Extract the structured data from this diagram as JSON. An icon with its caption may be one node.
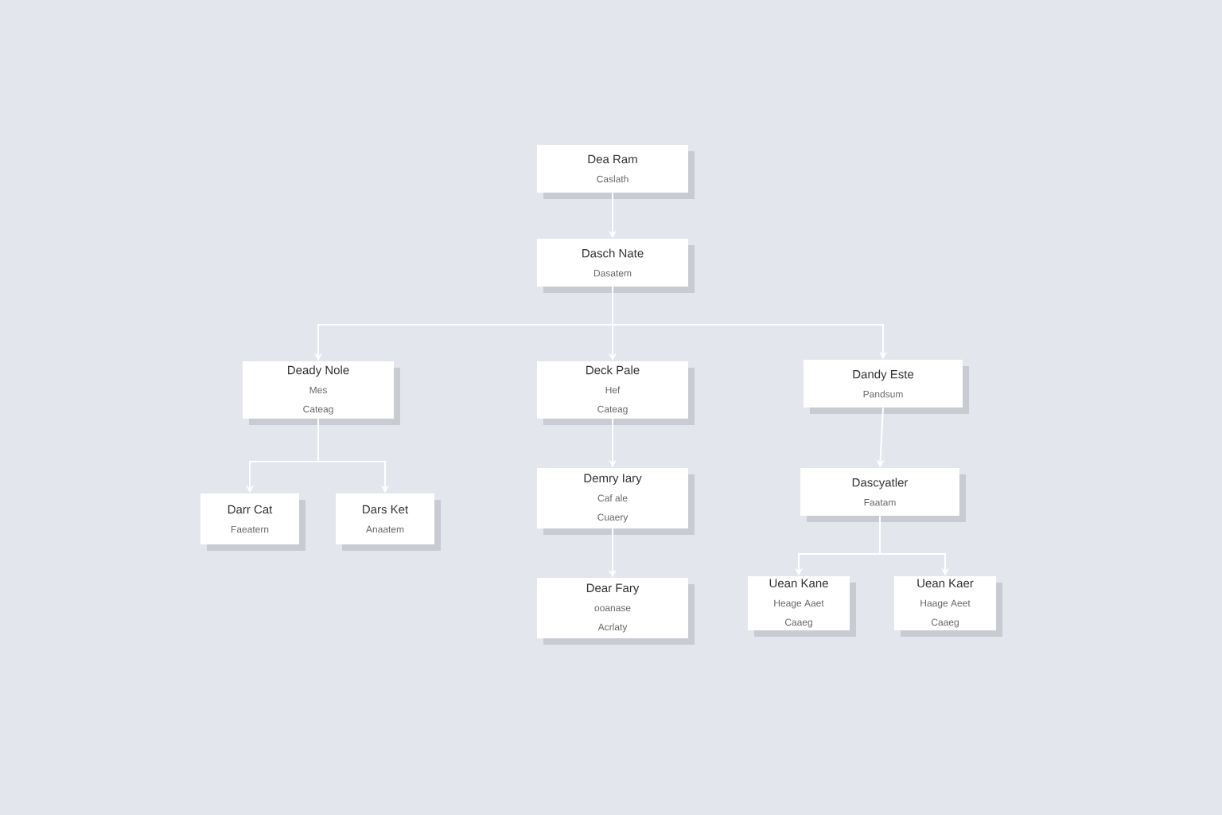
{
  "diagram": {
    "nodes": [
      {
        "text": [
          "Dea Ram",
          "Caslath"
        ]
      },
      {
        "text": [
          "Dasch Nate",
          "Dasatem"
        ]
      },
      {
        "text": [
          "Deady Nole",
          "Mes",
          "Cateag"
        ]
      },
      {
        "text": [
          "Deck Pale",
          "Hef",
          "Cateag"
        ]
      },
      {
        "text": [
          "Dandy Este",
          "Pandsum"
        ]
      },
      {
        "text": [
          "Darr Cat",
          "Faeatern"
        ]
      },
      {
        "text": [
          "Dars Ket",
          "Anaatem"
        ]
      },
      {
        "text": [
          "Demry Iary",
          "Caf ale",
          "Cuaery"
        ]
      },
      {
        "text": [
          "Dear Fary",
          "ooanase",
          "Acrlaty"
        ]
      },
      {
        "text": [
          "Dascyatler",
          "Faatam"
        ]
      },
      {
        "text": [
          "Uean Kane",
          "Heage Aaet",
          "Caaeg"
        ]
      },
      {
        "text": [
          "Uean Kaer",
          "Haage Aeet",
          "Caaeg"
        ]
      }
    ],
    "edges": [
      {
        "from": 0,
        "to": 1,
        "arrow": "to"
      },
      {
        "from": 1,
        "to": 2,
        "arrow": "to"
      },
      {
        "from": 1,
        "to": 3,
        "arrow": "to"
      },
      {
        "from": 1,
        "to": 4,
        "arrow": "to"
      },
      {
        "from": 2,
        "to": 5,
        "arrow": "to"
      },
      {
        "from": 2,
        "to": 6,
        "arrow": "to"
      },
      {
        "from": 3,
        "to": 7,
        "arrow": "to"
      },
      {
        "from": 7,
        "to": 8,
        "arrow": "to"
      },
      {
        "from": 4,
        "to": 9,
        "arrow": "to"
      },
      {
        "from": 9,
        "to": 10,
        "arrow": "to"
      },
      {
        "from": 9,
        "to": 11,
        "arrow": "to"
      }
    ]
  }
}
